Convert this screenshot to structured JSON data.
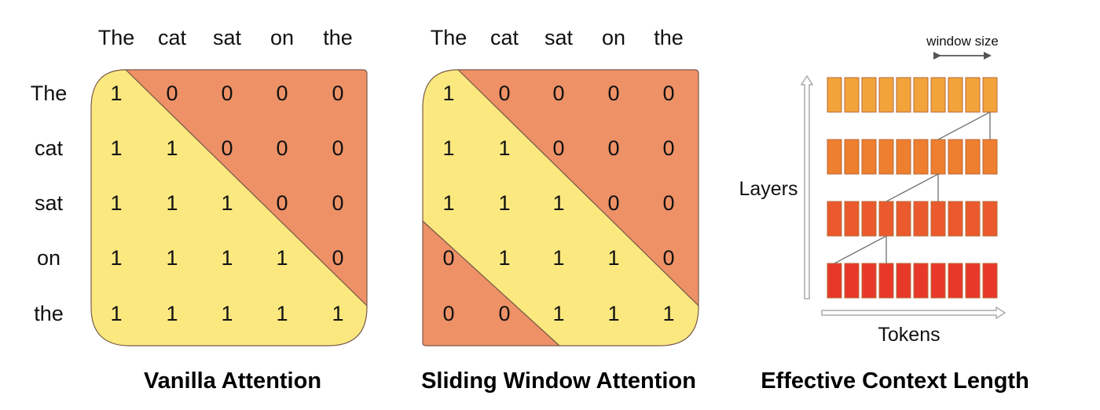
{
  "tokens": [
    "The",
    "cat",
    "sat",
    "on",
    "the"
  ],
  "colors": {
    "lower": "#fbe87f",
    "upper": "#ee9166",
    "outline": "#7a5b4a",
    "layer_colors": [
      "#f2a43a",
      "#ee7f2e",
      "#ea5a2c",
      "#e8382a"
    ],
    "block_border": "#b86a3a",
    "line": "#777777",
    "arrow": "#aaaaaa"
  },
  "panels": [
    {
      "id": "vanilla",
      "caption": "Vanilla Attention",
      "matrix": [
        [
          "1",
          "0",
          "0",
          "0",
          "0"
        ],
        [
          "1",
          "1",
          "0",
          "0",
          "0"
        ],
        [
          "1",
          "1",
          "1",
          "0",
          "0"
        ],
        [
          "1",
          "1",
          "1",
          "1",
          "0"
        ],
        [
          "1",
          "1",
          "1",
          "1",
          "1"
        ]
      ]
    },
    {
      "id": "sliding",
      "caption": "Sliding Window Attention",
      "matrix": [
        [
          "1",
          "0",
          "0",
          "0",
          "0"
        ],
        [
          "1",
          "1",
          "0",
          "0",
          "0"
        ],
        [
          "1",
          "1",
          "1",
          "0",
          "0"
        ],
        [
          "0",
          "1",
          "1",
          "1",
          "0"
        ],
        [
          "0",
          "0",
          "1",
          "1",
          "1"
        ]
      ]
    }
  ],
  "context": {
    "caption": "Effective Context Length",
    "ylabel": "Layers",
    "xlabel": "Tokens",
    "window_label": "window size",
    "layers": 4,
    "tokens_per_layer": 10
  }
}
